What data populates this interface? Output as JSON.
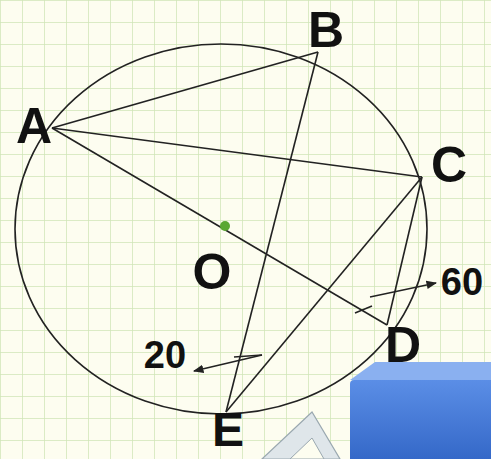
{
  "diagram": {
    "labels": [
      "A",
      "B",
      "C",
      "O",
      "D",
      "E",
      "20",
      "60"
    ]
  }
}
